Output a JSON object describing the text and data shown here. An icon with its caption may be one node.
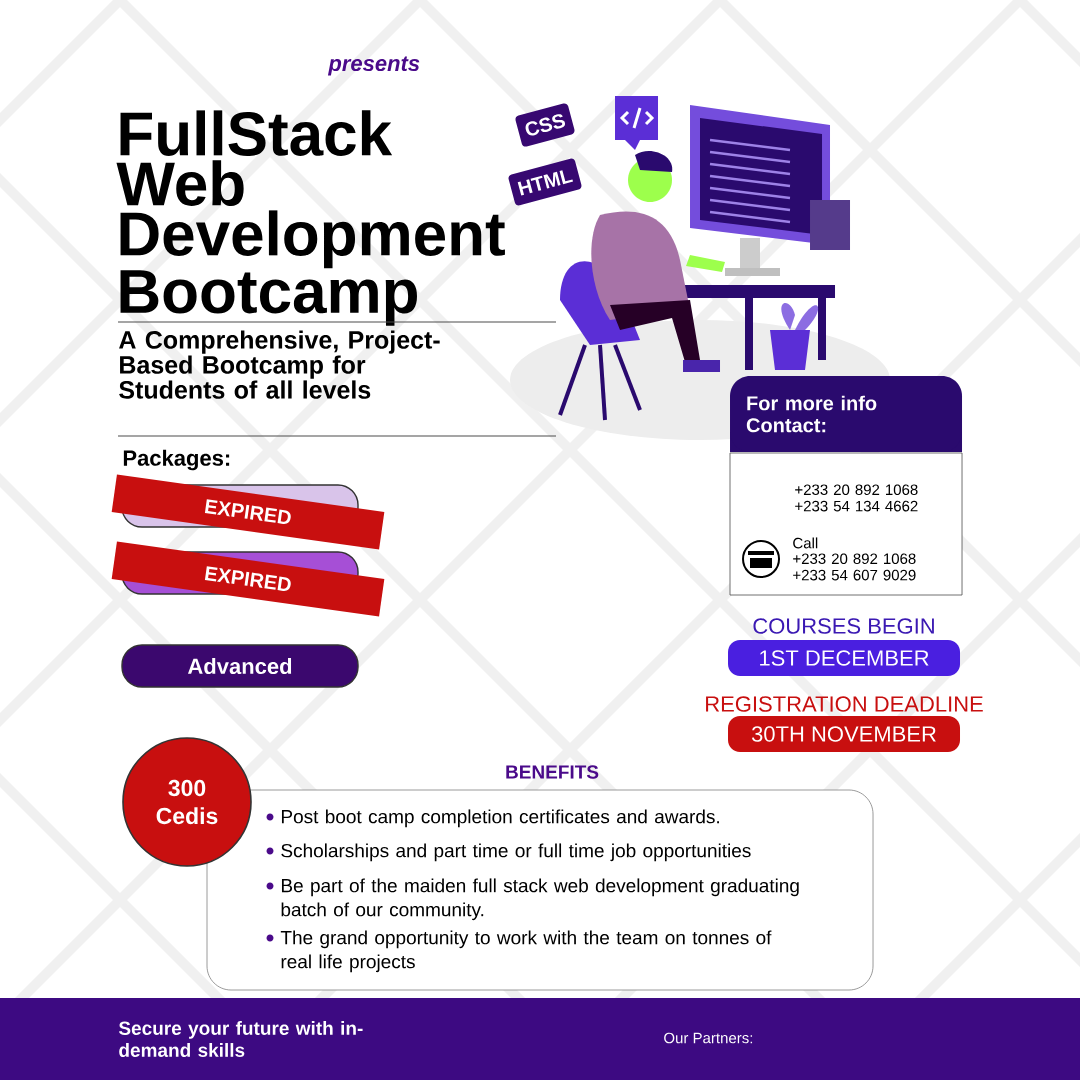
{
  "diagram": {
    "title": "FullStack Web Development Bootcamp",
    "nodes": [
      {
        "text": [
          "EXPIRED"
        ]
      },
      {
        "text": [
          "EXPIRED"
        ]
      },
      {
        "text": [
          "Advanced"
        ]
      },
      {
        "text": [
          "For more info Contact:"
        ]
      },
      {
        "text": [
          "+233 20 892 1068 +233 54 134 4662",
          "Call",
          "+233 20 892 1068 +233 54 607 9029"
        ]
      },
      {
        "text": [
          "COURSES BEGIN",
          "1ST DECEMBER"
        ]
      },
      {
        "text": [
          "REGISTRATION DEADLINE",
          "30TH NOVEMBER"
        ]
      },
      {
        "text": [
          "300 Cedis"
        ]
      },
      {
        "text": [
          "BENEFITS",
          "Post boot camp completion certificates and awards.",
          "Scholarships and part time or full time job opportunities",
          "Be part of the maiden full stack web development graduating batch of our community.",
          "The grand opportunity to work with the team on tonnes of real life projects"
        ]
      },
      {
        "text": [
          "Secure your future with in-demand skills",
          "Our Partners:"
        ]
      }
    ],
    "labels": [
      "presents",
      "CSS",
      "HTML",
      "A Comprehensive, Project-Based Bootcamp for Students of all levels",
      "Packages:"
    ]
  }
}
